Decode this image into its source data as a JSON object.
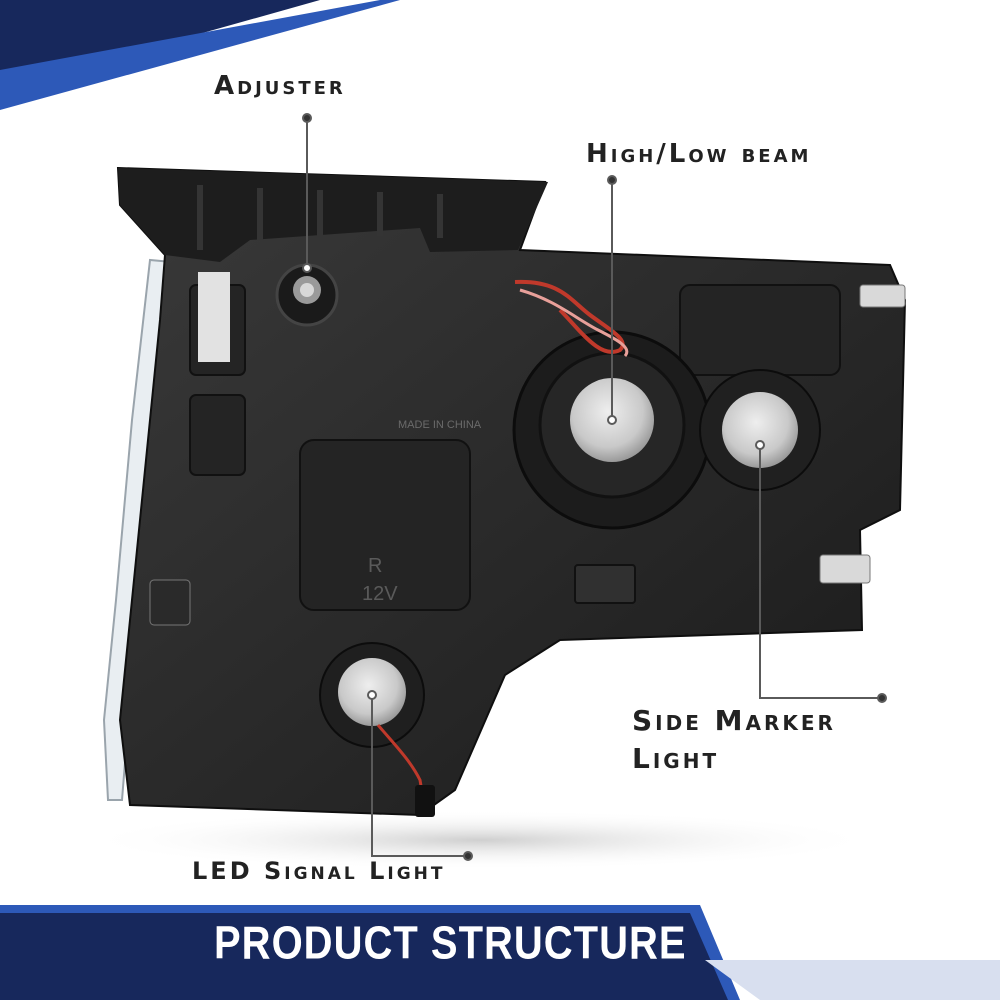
{
  "callouts": {
    "adjuster": "Adjuster",
    "high_low_beam": "High/Low beam",
    "side_marker_line1": "Side Marker",
    "side_marker_line2": "Light",
    "led_signal": "LED Signal Light"
  },
  "banner": {
    "title": "PRODUCT STRUCTURE"
  },
  "colors": {
    "navy": "#17285c",
    "blue": "#2d59b8",
    "housing": "#2b2b2b",
    "housing_dark": "#161616",
    "label": "#222222"
  },
  "stamp": {
    "side": "R",
    "voltage": "12V",
    "made_in": "MADE IN CHINA"
  }
}
